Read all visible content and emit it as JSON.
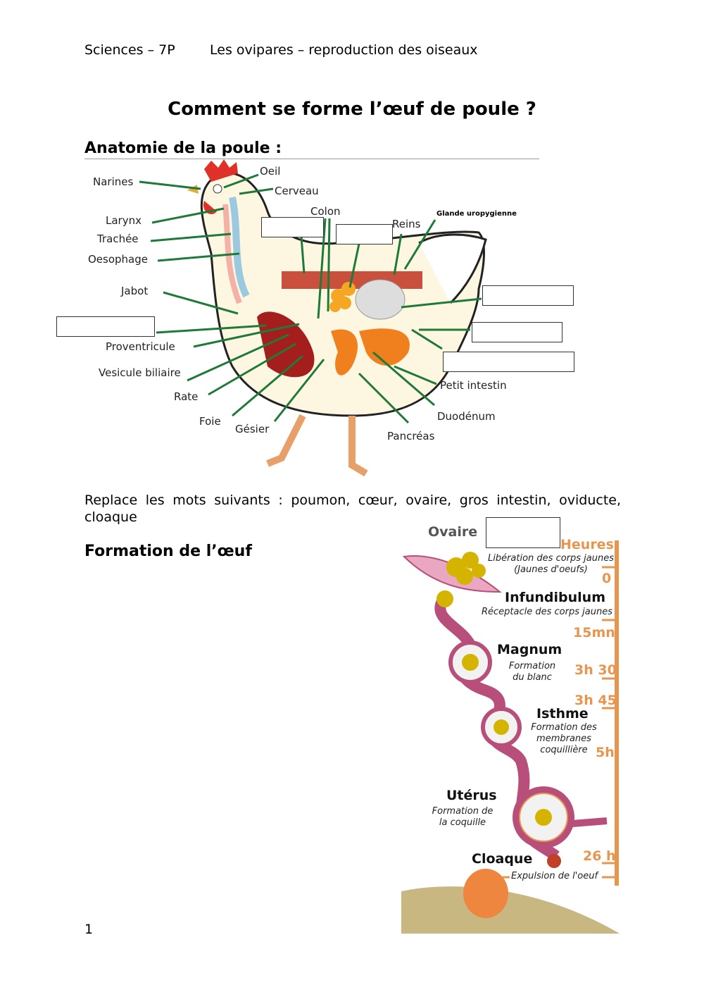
{
  "header": {
    "subject": "Sciences – 7P",
    "topic": "Les ovipares – reproduction des oiseaux"
  },
  "title": "Comment se forme l’œuf de poule ?",
  "anatomy": {
    "heading": "Anatomie de la poule :",
    "labels": {
      "narines": "Narines",
      "oeil": "Oeil",
      "cerveau": "Cerveau",
      "colon": "Colon",
      "reins": "Reins",
      "glande": "Glande uropygienne",
      "larynx": "Larynx",
      "trachee": "Trachée",
      "oesophage": "Oesophage",
      "jabot": "Jabot",
      "proventricule": "Proventricule",
      "vesicule": "Vesicule biliaire",
      "rate": "Rate",
      "foie": "Foie",
      "gesier": "Gésier",
      "pancreas": "Pancréas",
      "duodenum": "Duodénum",
      "petit_intestin": "Petit intestin"
    }
  },
  "instruction": "Replace les mots suivants : poumon, cœur, ovaire, gros intestin, oviducte, cloaque",
  "formation": {
    "heading": "Formation de l’œuf",
    "stages": [
      {
        "name": "Ovaire",
        "desc": "Libération des corps jaunes (Jaunes d'oeufs)"
      },
      {
        "name": "Infundibulum",
        "desc": "Réceptacle des corps jaunes"
      },
      {
        "name": "Magnum",
        "desc": "Formation du blanc"
      },
      {
        "name": "Isthme",
        "desc": "Formation des membranes coquillière"
      },
      {
        "name": "Utérus",
        "desc": "Formation de la coquille"
      },
      {
        "name": "Cloaque",
        "desc": "Expulsion de l'oeuf"
      }
    ],
    "scale_title": "Heures",
    "hours": [
      "0",
      "15mn",
      "3h 30",
      "3h 45",
      "5h",
      "26 h"
    ]
  },
  "page_number": "1",
  "colors": {
    "leader": "#1f7a3a",
    "hours": "#e8954e",
    "oviduct": "#b84f7a"
  }
}
